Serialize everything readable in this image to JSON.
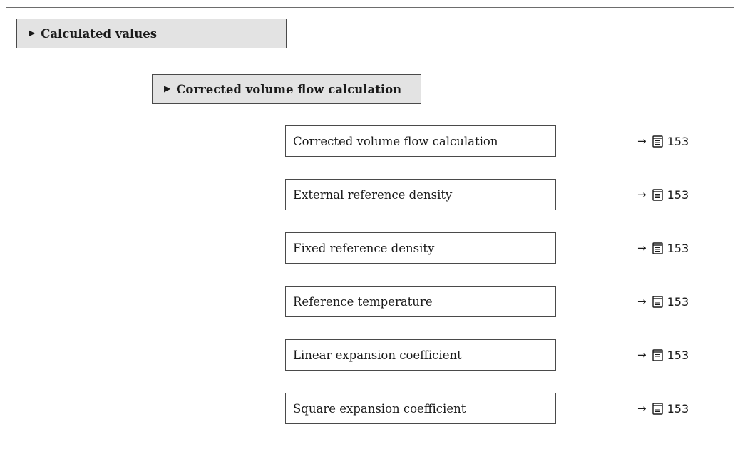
{
  "menus": [
    {
      "label": "Calculated values",
      "marker": "▶"
    },
    {
      "label": "Corrected volume flow calculation",
      "marker": "▶"
    }
  ],
  "parameters": [
    {
      "label": "Corrected volume flow calculation",
      "arrow": "→",
      "icon": "book-icon",
      "page": "153"
    },
    {
      "label": "External reference density",
      "arrow": "→",
      "icon": "book-icon",
      "page": "153"
    },
    {
      "label": "Fixed reference density",
      "arrow": "→",
      "icon": "book-icon",
      "page": "153"
    },
    {
      "label": "Reference temperature",
      "arrow": "→",
      "icon": "book-icon",
      "page": "153"
    },
    {
      "label": "Linear expansion coefficient",
      "arrow": "→",
      "icon": "book-icon",
      "page": "153"
    },
    {
      "label": "Square expansion coefficient",
      "arrow": "→",
      "icon": "book-icon",
      "page": "153"
    }
  ],
  "colors": {
    "menu_background": "#e3e3e3",
    "border": "#4a4a4a",
    "text": "#1a1a1a"
  }
}
